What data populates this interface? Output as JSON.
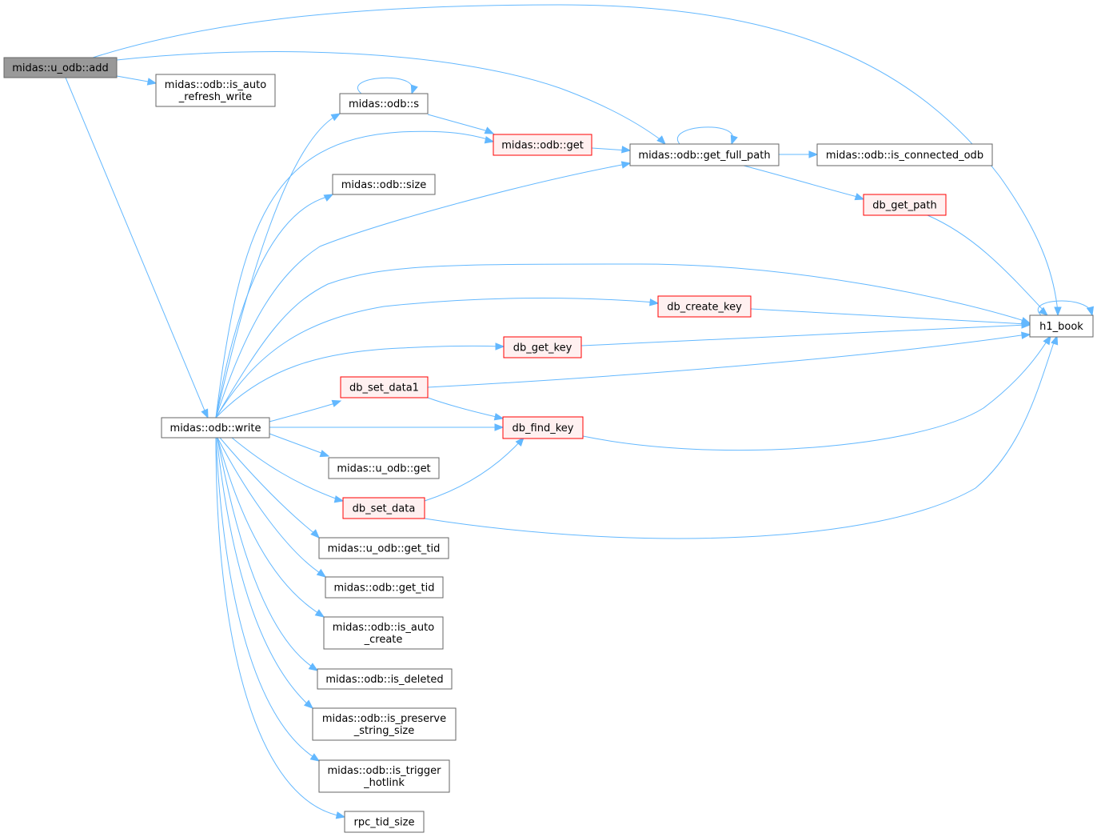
{
  "colors": {
    "edge": "#63b8ff",
    "root_fill": "#999999",
    "root_stroke": "#666666",
    "plain_fill": "#ffffff",
    "plain_stroke": "#666666",
    "highlight_fill": "#fff0f0",
    "highlight_stroke": "#ff0000",
    "text": "#000000"
  },
  "nodes": [
    {
      "id": "u_odb_add",
      "lines": [
        "midas::u_odb::add"
      ],
      "style": "root"
    },
    {
      "id": "is_auto_refresh_write",
      "lines": [
        "midas::odb::is_auto",
        "_refresh_write"
      ],
      "style": "plain"
    },
    {
      "id": "odb_write",
      "lines": [
        "midas::odb::write"
      ],
      "style": "plain"
    },
    {
      "id": "odb_s",
      "lines": [
        "midas::odb::s"
      ],
      "style": "plain"
    },
    {
      "id": "odb_get",
      "lines": [
        "midas::odb::get"
      ],
      "style": "red"
    },
    {
      "id": "odb_size",
      "lines": [
        "midas::odb::size"
      ],
      "style": "plain"
    },
    {
      "id": "get_full_path",
      "lines": [
        "midas::odb::get_full_path"
      ],
      "style": "plain"
    },
    {
      "id": "is_connected_odb",
      "lines": [
        "midas::odb::is_connected_odb"
      ],
      "style": "plain"
    },
    {
      "id": "db_get_path",
      "lines": [
        "db_get_path"
      ],
      "style": "red"
    },
    {
      "id": "h1_book",
      "lines": [
        "h1_book"
      ],
      "style": "plain"
    },
    {
      "id": "db_create_key",
      "lines": [
        "db_create_key"
      ],
      "style": "red"
    },
    {
      "id": "db_get_key",
      "lines": [
        "db_get_key"
      ],
      "style": "red"
    },
    {
      "id": "db_set_data1",
      "lines": [
        "db_set_data1"
      ],
      "style": "red"
    },
    {
      "id": "db_find_key",
      "lines": [
        "db_find_key"
      ],
      "style": "red"
    },
    {
      "id": "u_odb_get",
      "lines": [
        "midas::u_odb::get"
      ],
      "style": "plain"
    },
    {
      "id": "db_set_data",
      "lines": [
        "db_set_data"
      ],
      "style": "red"
    },
    {
      "id": "u_odb_get_tid",
      "lines": [
        "midas::u_odb::get_tid"
      ],
      "style": "plain"
    },
    {
      "id": "odb_get_tid",
      "lines": [
        "midas::odb::get_tid"
      ],
      "style": "plain"
    },
    {
      "id": "is_auto_create",
      "lines": [
        "midas::odb::is_auto",
        "_create"
      ],
      "style": "plain"
    },
    {
      "id": "is_deleted",
      "lines": [
        "midas::odb::is_deleted"
      ],
      "style": "plain"
    },
    {
      "id": "is_preserve_string_size",
      "lines": [
        "midas::odb::is_preserve",
        "_string_size"
      ],
      "style": "plain"
    },
    {
      "id": "is_trigger_hotlink",
      "lines": [
        "midas::odb::is_trigger",
        "_hotlink"
      ],
      "style": "plain"
    },
    {
      "id": "rpc_tid_size",
      "lines": [
        "rpc_tid_size"
      ],
      "style": "plain"
    }
  ],
  "edges": [
    {
      "from": "u_odb_add",
      "to": "h1_book"
    },
    {
      "from": "u_odb_add",
      "to": "get_full_path"
    },
    {
      "from": "u_odb_add",
      "to": "is_auto_refresh_write"
    },
    {
      "from": "u_odb_add",
      "to": "odb_write"
    },
    {
      "from": "odb_s",
      "to": "odb_s"
    },
    {
      "from": "odb_s",
      "to": "odb_get"
    },
    {
      "from": "odb_get",
      "to": "get_full_path"
    },
    {
      "from": "get_full_path",
      "to": "get_full_path"
    },
    {
      "from": "get_full_path",
      "to": "is_connected_odb"
    },
    {
      "from": "get_full_path",
      "to": "db_get_path"
    },
    {
      "from": "db_get_path",
      "to": "h1_book"
    },
    {
      "from": "h1_book",
      "to": "h1_book"
    },
    {
      "from": "odb_write",
      "to": "odb_s"
    },
    {
      "from": "odb_write",
      "to": "odb_get"
    },
    {
      "from": "odb_write",
      "to": "odb_size"
    },
    {
      "from": "odb_write",
      "to": "get_full_path"
    },
    {
      "from": "odb_write",
      "to": "h1_book"
    },
    {
      "from": "odb_write",
      "to": "db_create_key"
    },
    {
      "from": "odb_write",
      "to": "db_get_key"
    },
    {
      "from": "odb_write",
      "to": "db_set_data1"
    },
    {
      "from": "odb_write",
      "to": "db_find_key"
    },
    {
      "from": "odb_write",
      "to": "u_odb_get"
    },
    {
      "from": "odb_write",
      "to": "db_set_data"
    },
    {
      "from": "odb_write",
      "to": "u_odb_get_tid"
    },
    {
      "from": "odb_write",
      "to": "odb_get_tid"
    },
    {
      "from": "odb_write",
      "to": "is_auto_create"
    },
    {
      "from": "odb_write",
      "to": "is_deleted"
    },
    {
      "from": "odb_write",
      "to": "is_preserve_string_size"
    },
    {
      "from": "odb_write",
      "to": "is_trigger_hotlink"
    },
    {
      "from": "odb_write",
      "to": "rpc_tid_size"
    },
    {
      "from": "db_create_key",
      "to": "h1_book"
    },
    {
      "from": "db_get_key",
      "to": "h1_book"
    },
    {
      "from": "db_set_data1",
      "to": "h1_book"
    },
    {
      "from": "db_set_data1",
      "to": "db_find_key"
    },
    {
      "from": "db_find_key",
      "to": "h1_book"
    },
    {
      "from": "db_set_data",
      "to": "db_find_key"
    },
    {
      "from": "db_set_data",
      "to": "h1_book"
    }
  ]
}
